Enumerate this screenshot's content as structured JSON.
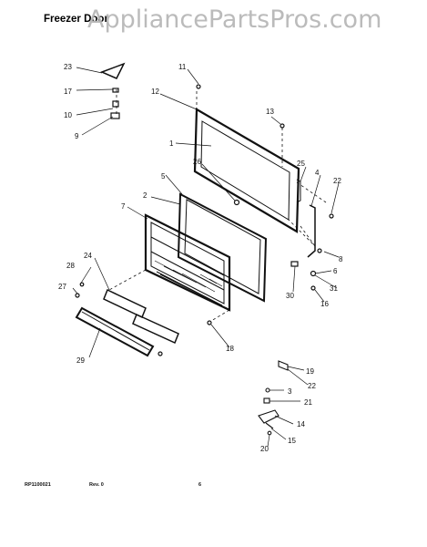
{
  "header": {
    "title": "Freezer Door"
  },
  "watermark": "AppliancePartsPros.com",
  "callouts": [
    "1",
    "2",
    "3",
    "4",
    "5",
    "6",
    "7",
    "8",
    "9",
    "10",
    "11",
    "12",
    "13",
    "14",
    "15",
    "16",
    "17",
    "18",
    "19",
    "20",
    "21",
    "22",
    "23",
    "24",
    "25",
    "26",
    "27",
    "28",
    "29",
    "30",
    "31"
  ],
  "footer": {
    "code": "RP1100021",
    "rev": "Rev. 0",
    "page": "6"
  }
}
